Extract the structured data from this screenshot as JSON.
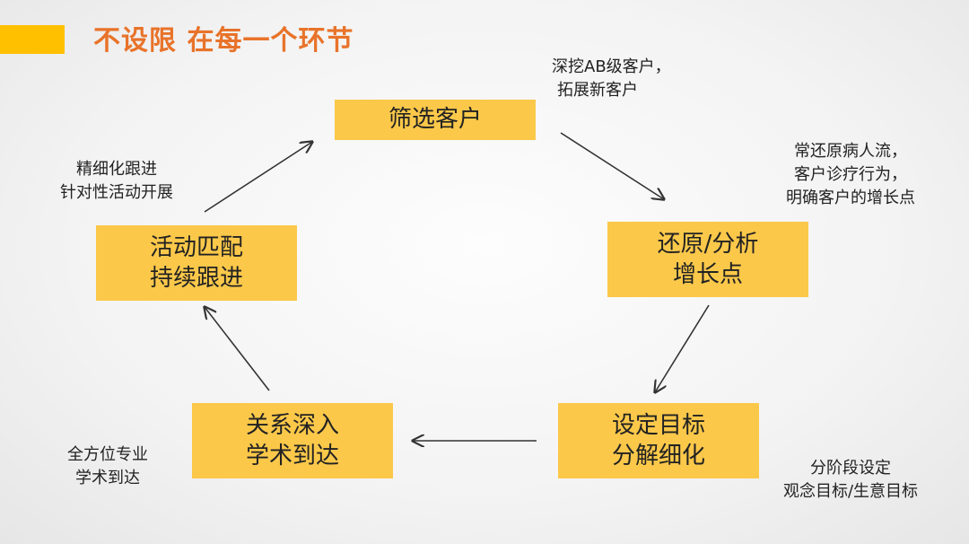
{
  "title": "不设限 在每一个环节",
  "colors": {
    "accent": "#ffc000",
    "box": "#fbc84a",
    "title": "#e8732a"
  },
  "boxes": {
    "screen": {
      "lines": [
        "筛选客户"
      ]
    },
    "restore": {
      "lines": [
        "还原/分析",
        "增长点"
      ]
    },
    "target": {
      "lines": [
        "设定目标",
        "分解细化"
      ]
    },
    "relation": {
      "lines": [
        "关系深入",
        "学术到达"
      ]
    },
    "activity": {
      "lines": [
        "活动匹配",
        "持续跟进"
      ]
    }
  },
  "notes": {
    "top_right": [
      "深挖AB级客户，",
      "拓展新客户"
    ],
    "right": [
      "常还原病人流，",
      "客户诊疗行为，",
      "明确客户的增长点"
    ],
    "bottom_right": [
      "分阶段设定",
      "观念目标/生意目标"
    ],
    "bottom_left": [
      "全方位专业",
      "学术到达"
    ],
    "top_left": [
      "精细化跟进",
      "针对性活动开展"
    ]
  }
}
